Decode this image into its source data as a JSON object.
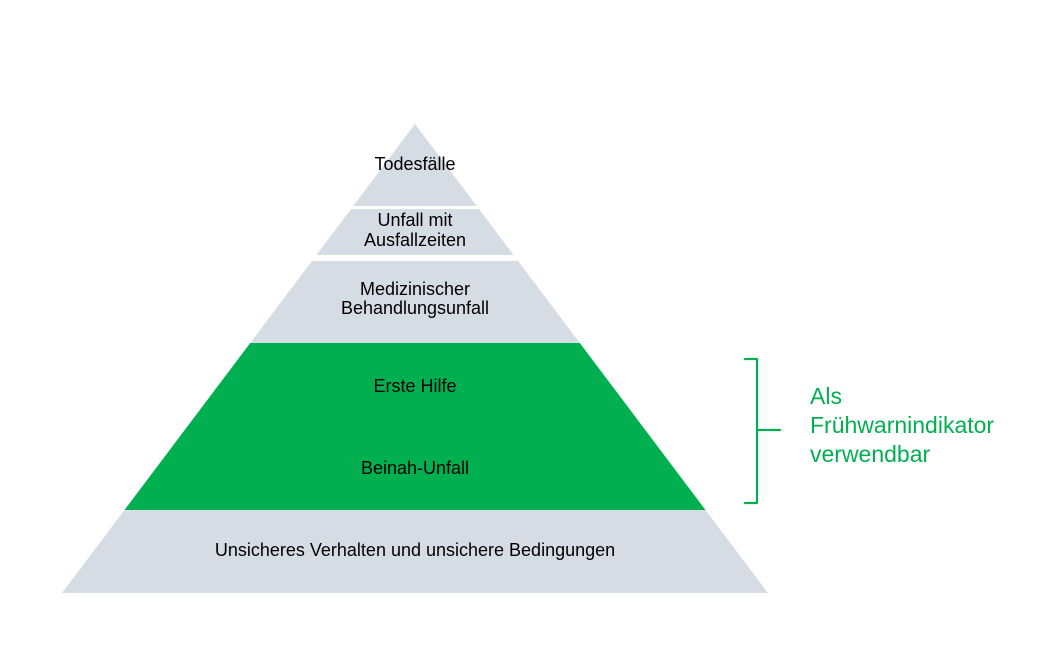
{
  "diagram": {
    "type": "pyramid",
    "layers": [
      {
        "name": "todesfaelle",
        "labels": [
          "Todesfälle"
        ],
        "color": "#d6dce4"
      },
      {
        "name": "unfall-mit-ausfallzeiten",
        "labels": [
          "Unfall mit",
          "Ausfallzeiten"
        ],
        "color": "#d6dce4"
      },
      {
        "name": "medizinischer-behandlungsunfall",
        "labels": [
          "Medizinischer",
          "Behandlungsunfall"
        ],
        "color": "#d6dce4"
      },
      {
        "name": "erste-hilfe-beinah-unfall",
        "labels": [
          "Erste Hilfe",
          "Beinah-Unfall"
        ],
        "color": "#00b050"
      },
      {
        "name": "unsicheres-verhalten-und-bedingungen",
        "labels": [
          "Unsicheres Verhalten und unsichere Bedingungen"
        ],
        "color": "#d6dce4"
      }
    ],
    "annotation": {
      "lines": [
        "Als",
        "Frühwarnindikator",
        "verwendbar"
      ],
      "color": "#00b050"
    }
  },
  "colors": {
    "background": "#ffffff",
    "layer_gray": "#d6dce4",
    "layer_green": "#00b050",
    "annotation_green": "#00b050",
    "label_text": "#000000"
  }
}
